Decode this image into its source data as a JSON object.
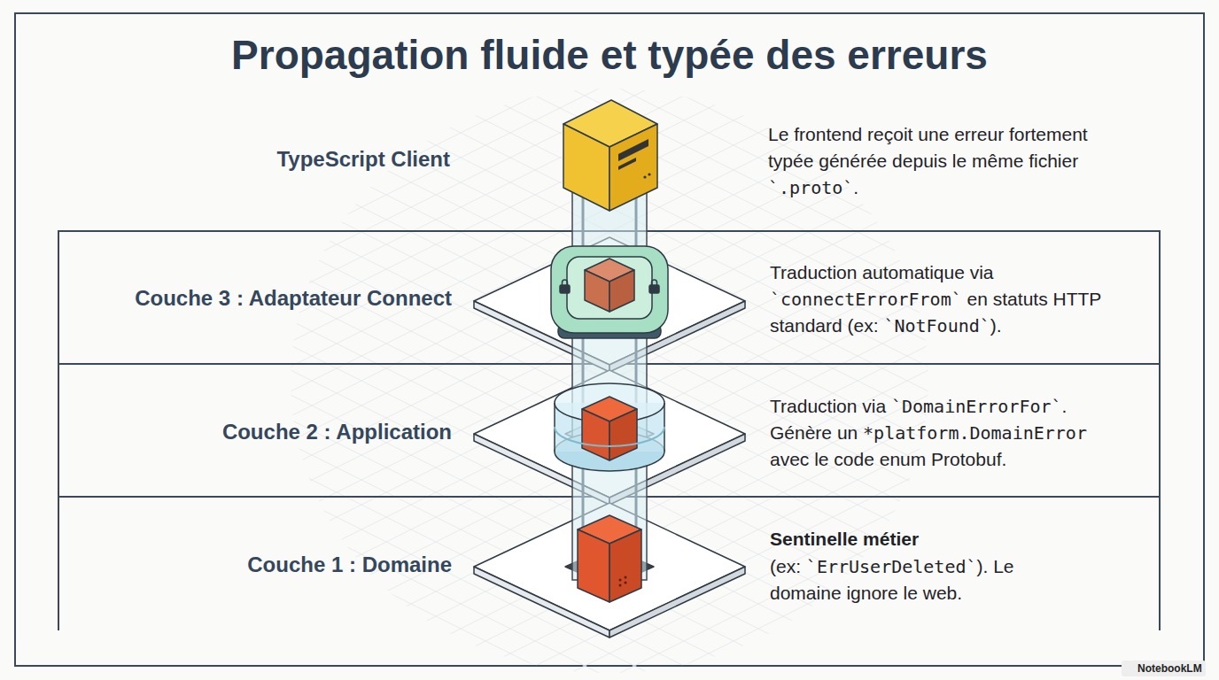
{
  "diagram": {
    "title": "Propagation fluide et typée des erreurs",
    "nodes": [
      {
        "text": [
          "Couche 3 : Adaptateur Connect",
          "Traduction automatique via `connectErrorFrom` en statuts HTTP standard (ex: `NotFound`)."
        ]
      },
      {
        "text": [
          "Couche 2 : Application",
          "Traduction via `DomainErrorFor`.",
          "Génère un *platform.DomainError avec le code enum Protobuf."
        ]
      },
      {
        "text": [
          "Couche 1 : Domaine",
          "Sentinelle métier",
          "(ex: `ErrUserDeleted`). Le domaine ignore le web."
        ]
      }
    ],
    "labels": [
      "TypeScript Client",
      "Le frontend reçoit une erreur fortement typée générée depuis le même fichier `.proto`.",
      "NotebookLM"
    ]
  }
}
